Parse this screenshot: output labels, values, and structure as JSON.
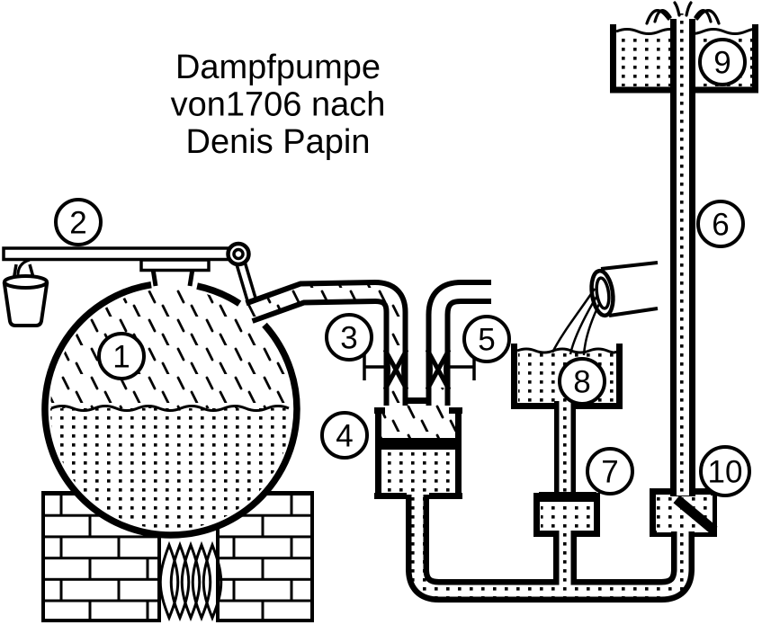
{
  "title": {
    "line1": "Dampfpumpe",
    "line2": "von1706 nach",
    "line3": "Denis Papin"
  },
  "labels": [
    {
      "n": "1"
    },
    {
      "n": "2"
    },
    {
      "n": "3"
    },
    {
      "n": "4"
    },
    {
      "n": "5"
    },
    {
      "n": "6"
    },
    {
      "n": "7"
    },
    {
      "n": "8"
    },
    {
      "n": "9"
    },
    {
      "n": "10"
    }
  ],
  "colors": {
    "ink": "#000000",
    "paper": "#ffffff"
  }
}
